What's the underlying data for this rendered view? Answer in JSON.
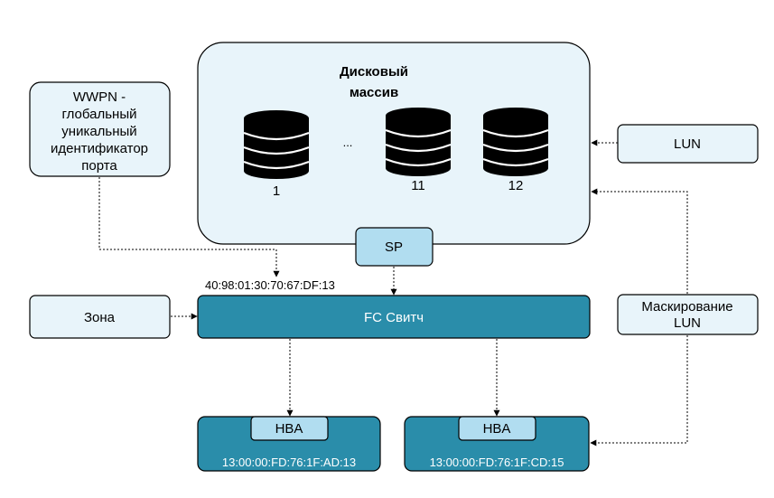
{
  "array": {
    "title_line1": "Дисковый",
    "title_line2": "массив",
    "disks": [
      "1",
      "11",
      "12"
    ],
    "ellipsis": "...",
    "sp": "SP"
  },
  "wwpn": {
    "lines": [
      "WWPN -",
      "глобальный",
      "уникальный",
      "идентификатор",
      "порта"
    ]
  },
  "lun": "LUN",
  "zone": "Зона",
  "masking": {
    "lines": [
      "Маскирование",
      "LUN"
    ]
  },
  "switch": {
    "label": "FC Свитч",
    "wwn": "40:98:01:30:70:67:DF:13"
  },
  "hosts": [
    {
      "hba": "HBA",
      "wwn": "13:00:00:FD:76:1F:AD:13"
    },
    {
      "hba": "HBA",
      "wwn": "13:00:00:FD:76:1F:CD:15"
    }
  ],
  "colors": {
    "light_fill": "#e8f4fa",
    "mid_fill": "#b1ddf0",
    "dark_fill": "#2a8daa",
    "line": "#000000"
  }
}
